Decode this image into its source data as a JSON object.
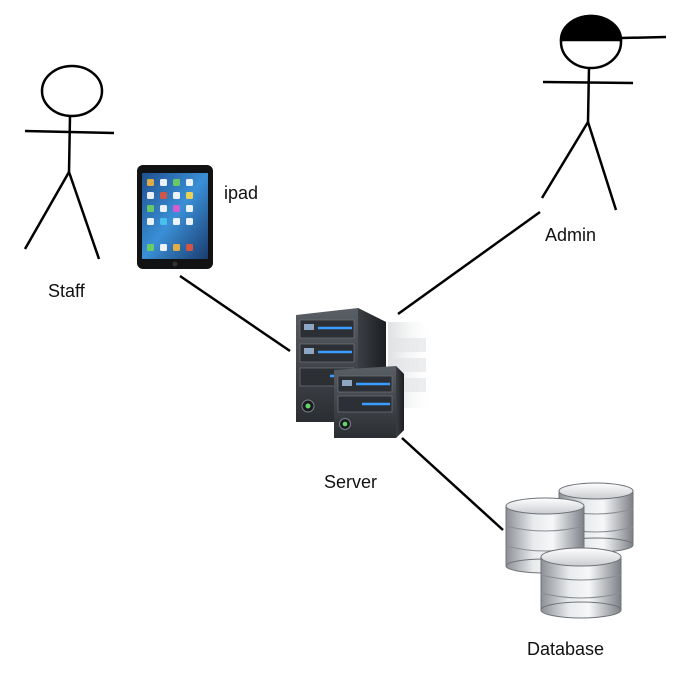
{
  "labels": {
    "staff": "Staff",
    "ipad": "ipad",
    "admin": "Admin",
    "server": "Server",
    "database": "Database"
  },
  "icons": {
    "staff": "stick-figure-icon",
    "admin": "stick-figure-with-cap-icon",
    "ipad": "tablet-icon",
    "server": "server-rack-icon",
    "database": "database-cylinders-icon"
  },
  "colors": {
    "line": "#000000",
    "server_accent": "#3a9cff",
    "tablet_screen": "#2b6fb8"
  }
}
